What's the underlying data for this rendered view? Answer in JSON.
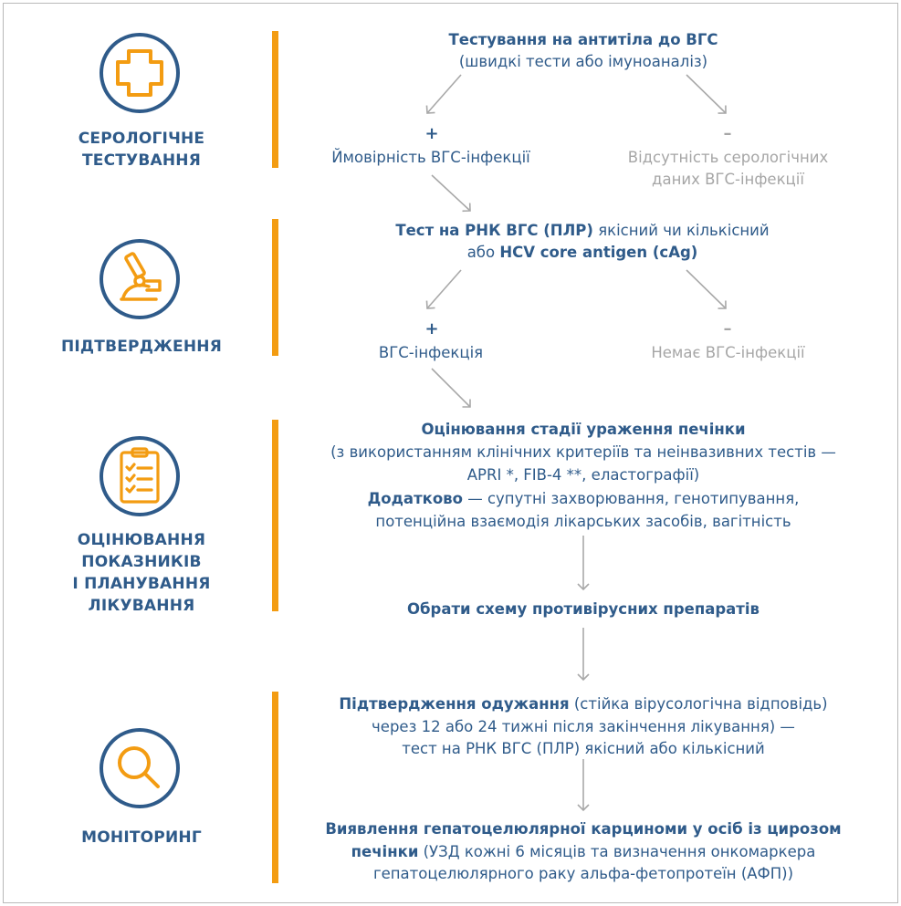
{
  "stages": [
    {
      "label": "СЕРОЛОГІЧНЕ ТЕСТУВАННЯ",
      "icon": "medical-cross-icon"
    },
    {
      "label": "ПІДТВЕРДЖЕННЯ",
      "icon": "microscope-icon"
    },
    {
      "label": "ОЦІНЮВАННЯ ПОКАЗНИКІВ І ПЛАНУВАННЯ ЛІКУВАННЯ",
      "icon": "clipboard-checklist-icon"
    },
    {
      "label": "МОНІТОРИНГ",
      "icon": "magnifier-icon"
    }
  ],
  "stage_lines": {
    "s1": "СЕРОЛОГІЧНЕ",
    "s2": "ТЕСТУВАННЯ",
    "s3a": "ОЦІНЮВАННЯ",
    "s3b": "ПОКАЗНИКІВ",
    "s3c": "І ПЛАНУВАННЯ",
    "s3d": "ЛІКУВАННЯ"
  },
  "serology": {
    "title": "Тестування на антитіла до ВГС",
    "subtitle": "(швидкі тести або імуноаналіз)",
    "positive_sign": "+",
    "positive_text": "Ймовірність ВГС-інфекції",
    "negative_sign": "–",
    "negative_line1": "Відсутність серологічних",
    "negative_line2": "даних ВГС-інфекції"
  },
  "confirmation": {
    "line1_bold": "Тест на РНК ВГС (ПЛР)",
    "line1_rest": " якісний чи кількісний",
    "line2_pre": "або ",
    "line2_bold": "HCV core antigen (cAg)",
    "positive_sign": "+",
    "positive_text": "ВГС-інфекція",
    "negative_sign": "–",
    "negative_text": "Немає ВГС-інфекції"
  },
  "assessment": {
    "title": "Оцінювання стадії ураження печінки",
    "line2": "(з використанням клінічних критеріїв та неінвазивних тестів —",
    "line3": "APRI *, FIB-4 **, еластографії)",
    "line4_bold": "Додатково",
    "line4_rest": " — супутні захворювання, генотипування,",
    "line5": "потенційна взаємодія лікарських засобів, вагітність",
    "regimen": "Обрати схему противірусних препаратів"
  },
  "monitoring": {
    "line1_bold": "Підтвердження одужання",
    "line1_rest": " (стійка вірусологічна відповідь)",
    "line2": "через 12 або 24 тижні після закінчення лікування) —",
    "line3": "тест на РНК ВГС (ПЛР) якісний або кількісний",
    "hcc_line1": "Виявлення гепатоцелюлярної карциноми у осіб із цирозом",
    "hcc_line2_bold": "печінки",
    "hcc_line2_rest": " (УЗД кожні 6 місяців та визначення онкомаркера",
    "hcc_line3": "гепатоцелюлярного раку альфа-фетопротеїн (АФП))"
  },
  "colors": {
    "accent": "#f39c12",
    "primary": "#2f5b8a",
    "muted": "#a6a6a6",
    "arrow": "#a8a8a8"
  }
}
